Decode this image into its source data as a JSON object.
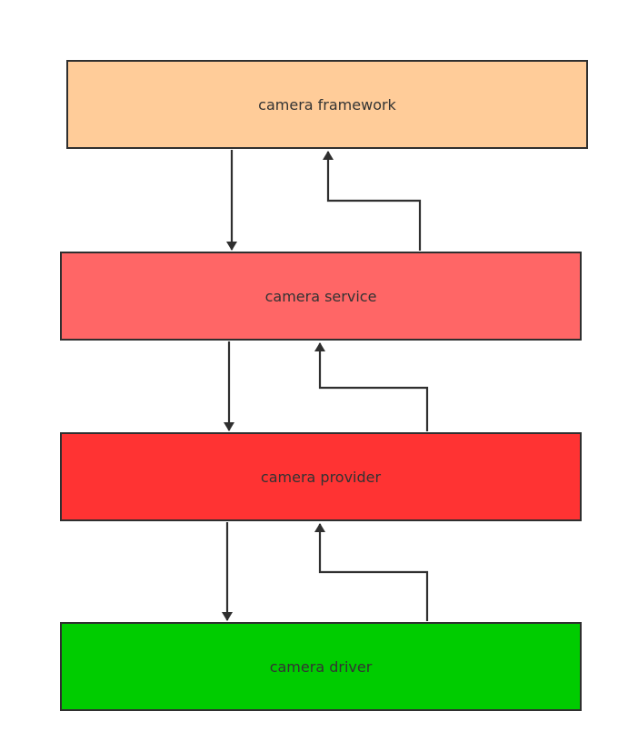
{
  "layers": [
    {
      "label": "camera framework",
      "color": "#FFCC99"
    },
    {
      "label": "camera service",
      "color": "#FF6666"
    },
    {
      "label": "camera provider",
      "color": "#FF3333"
    },
    {
      "label": "camera driver",
      "color": "#00CC00"
    }
  ],
  "colors": {
    "stroke": "#2f2f2f",
    "text": "#333333",
    "background": "#ffffff"
  }
}
